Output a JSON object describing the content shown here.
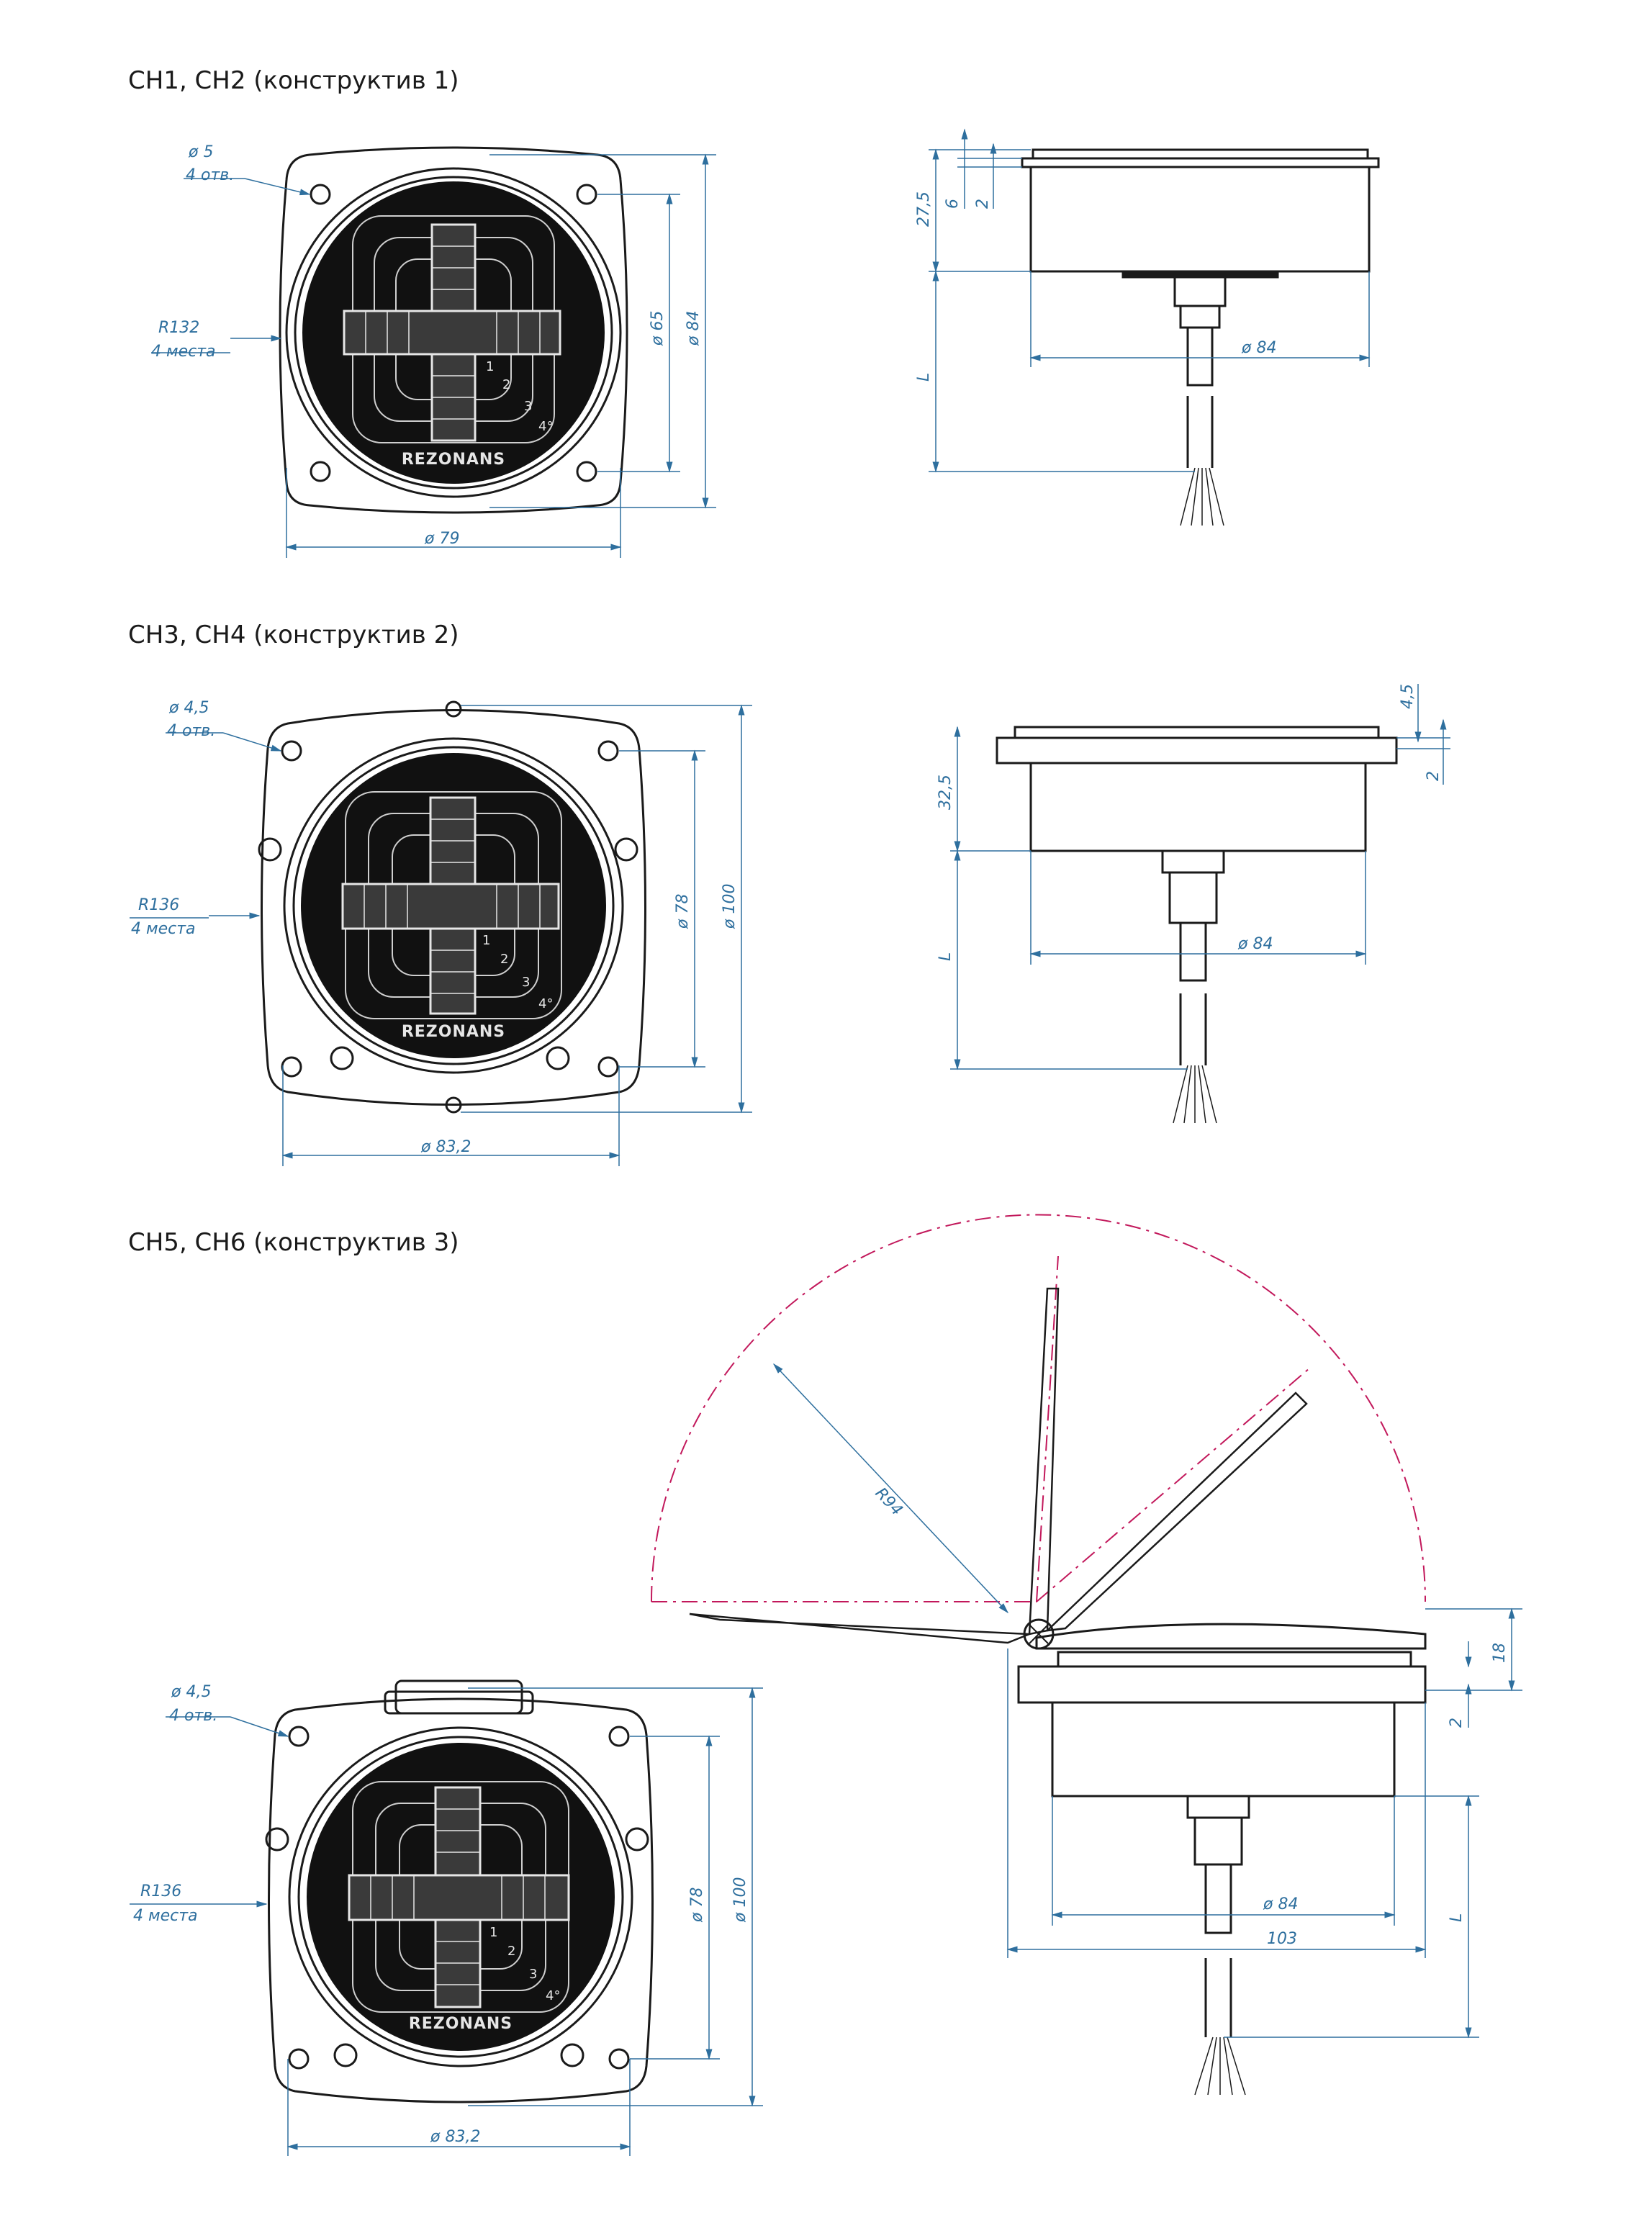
{
  "sections": [
    {
      "title": "СН1, СН2 (конструктив 1)",
      "front": {
        "hole_dia": "ø 5",
        "hole_count": "4 отв.",
        "radius": "R132",
        "radius_count": "4 места",
        "dia_inner": "ø 65",
        "dia_outer": "ø 84",
        "width": "ø 79",
        "brand": "REZONANS",
        "zones": [
          "1",
          "2",
          "3",
          "4°"
        ]
      },
      "side": {
        "height": "27,5",
        "flange": "6",
        "gap": "2",
        "cable": "L",
        "dia": "ø 84"
      }
    },
    {
      "title": "СН3, СН4 (конструктив 2)",
      "front": {
        "hole_dia": "ø 4,5",
        "hole_count": "4 отв.",
        "radius": "R136",
        "radius_count": "4 места",
        "dia_inner": "ø 78",
        "dia_outer": "ø 100",
        "width": "ø 83,2",
        "brand": "REZONANS",
        "zones": [
          "1",
          "2",
          "3",
          "4°"
        ]
      },
      "side": {
        "height": "32,5",
        "flange": "4,5",
        "gap": "2",
        "cable": "L",
        "dia": "ø 84"
      }
    },
    {
      "title": "СН5, СН6 (конструктив 3)",
      "front": {
        "hole_dia": "ø 4,5",
        "hole_count": "4 отв.",
        "radius": "R136",
        "radius_count": "4 места",
        "dia_inner": "ø 78",
        "dia_outer": "ø 100",
        "width": "ø 83,2",
        "brand": "REZONANS",
        "zones": [
          "1",
          "2",
          "3",
          "4°"
        ]
      },
      "side": {
        "lid_radius": "R94",
        "lid_height": "18",
        "gap": "2",
        "cable": "L",
        "dia": "ø 84",
        "width": "103"
      }
    }
  ],
  "colors": {
    "line": "#1a1a1a",
    "dimension": "#2e6f9e",
    "arc": "#c2185b",
    "face": "#111111"
  }
}
